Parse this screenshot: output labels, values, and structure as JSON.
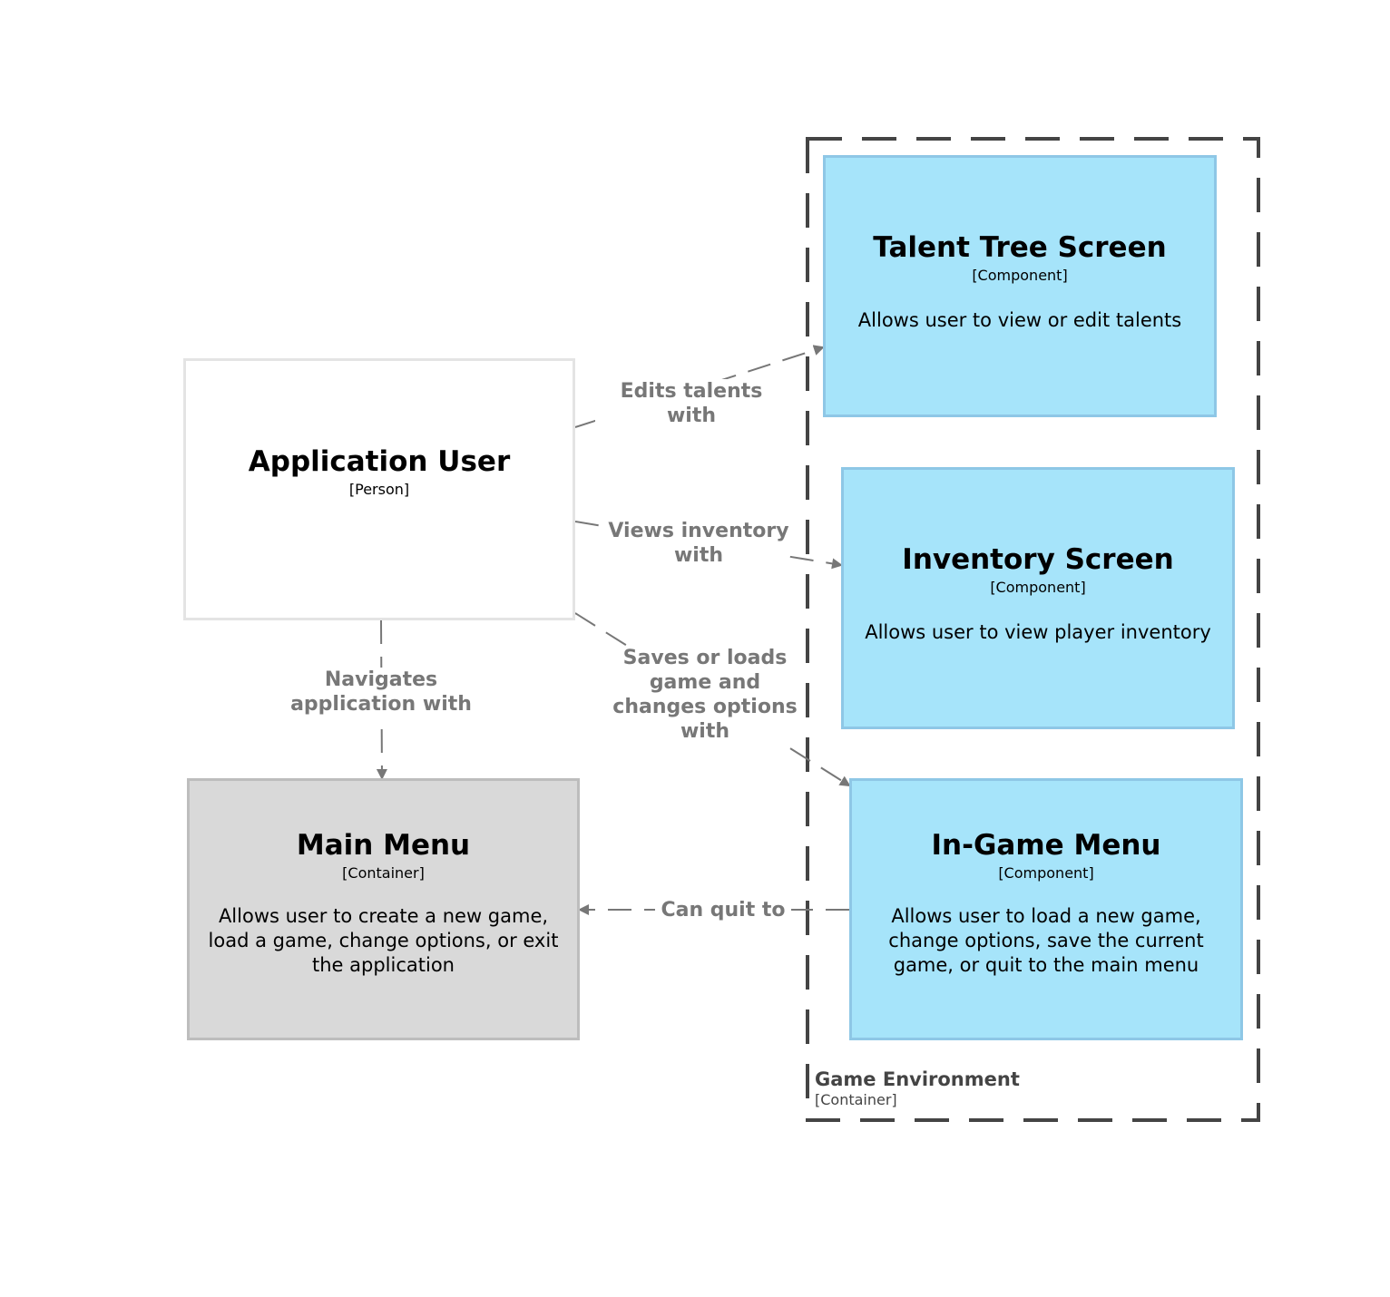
{
  "boundary": {
    "title": "Game Environment",
    "kind": "[Container]"
  },
  "nodes": {
    "user": {
      "title": "Application User",
      "kind": "[Person]"
    },
    "main_menu": {
      "title": "Main Menu",
      "kind": "[Container]",
      "description": "Allows user to create a new game, load a game, change options, or exit the application"
    },
    "talent_tree": {
      "title": "Talent Tree Screen",
      "kind": "[Component]",
      "description": "Allows user to view or edit talents"
    },
    "inventory": {
      "title": "Inventory Screen",
      "kind": "[Component]",
      "description": "Allows user to view player inventory"
    },
    "in_game_menu": {
      "title": "In-Game Menu",
      "kind": "[Component]",
      "description": "Allows user to load a new game, change options, save the current game, or quit to the main menu"
    }
  },
  "edges": {
    "edits_talents": "Edits talents with",
    "views_inventory": "Views inventory with",
    "saves_loads": "Saves or loads game and changes options with",
    "navigates": "Navigates application with",
    "can_quit": "Can quit to"
  },
  "colors": {
    "component_fill": "#a6e4fa",
    "component_border": "#8ec7e6",
    "container_fill": "#d9d9d9",
    "person_fill": "#ffffff",
    "edge": "#777777",
    "boundary": "#444444"
  }
}
